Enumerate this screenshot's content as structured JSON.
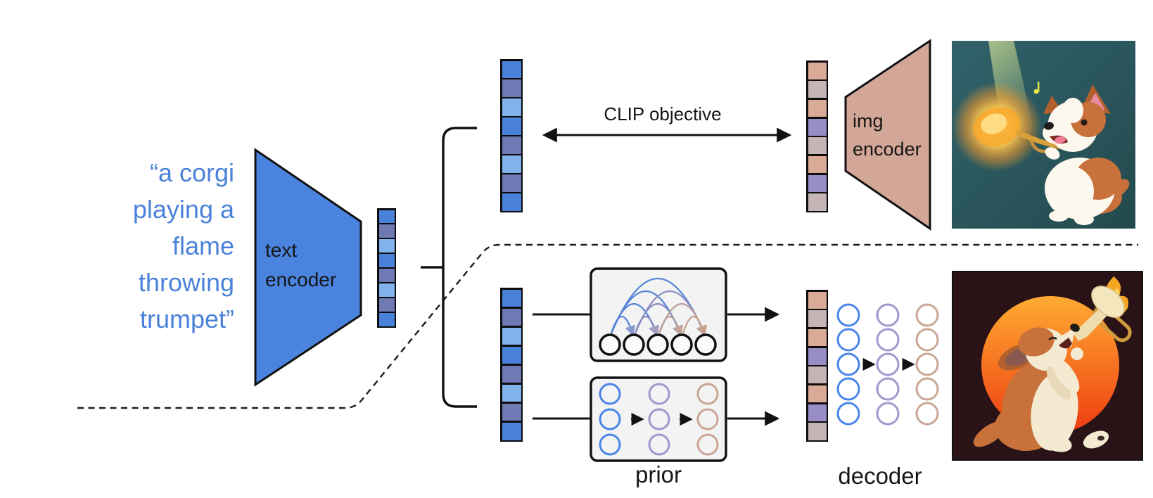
{
  "caption": {
    "lines": [
      "“a corgi",
      "playing a",
      "flame",
      "throwing",
      "trumpet”"
    ],
    "color": "#4a82d9"
  },
  "text_encoder": {
    "label": "text encoder",
    "fill": "#4a84de"
  },
  "img_encoder": {
    "label": "img encoder",
    "fill": "#d3a797"
  },
  "clip_objective": {
    "label": "CLIP objective"
  },
  "prior": {
    "label": "prior",
    "box_fill": "#f3f3f3",
    "autoregressive": {
      "circles": 5,
      "circle_color": "#111111",
      "arc_source_colors": [
        "#5585d8",
        "#8c8cc4",
        "#bb9f9b",
        "#c9a18e"
      ],
      "arc_head_colors": [
        "#8a9bd0",
        "#a89cc0",
        "#c2a396",
        "#c9a18e"
      ]
    },
    "diffusion": {
      "rows": 3,
      "cols": 3,
      "column_colors": [
        "#4a86e8",
        "#a297cc",
        "#c9a695"
      ]
    }
  },
  "decoder": {
    "label": "decoder",
    "rows": 5,
    "cols": 3,
    "column_colors": [
      "#4a86e8",
      "#a297cc",
      "#c9a695"
    ]
  },
  "embeddings": {
    "text_small": [
      "#4a82d9",
      "#6f7ab5",
      "#82b4ec",
      "#4a82d9",
      "#6f7ab5",
      "#82b4ec",
      "#6f7ab5",
      "#4a82d9"
    ],
    "text_top": [
      "#4a82d9",
      "#6f7ab5",
      "#82b4ec",
      "#4a82d9",
      "#6f7ab5",
      "#82b4ec",
      "#6f7ab5",
      "#4a82d9"
    ],
    "text_bottom": [
      "#4a82d9",
      "#6f7ab5",
      "#82b4ec",
      "#4a82d9",
      "#6f7ab5",
      "#82b4ec",
      "#6f7ab5",
      "#4a82d9"
    ],
    "img_top": [
      "#d9ab97",
      "#c6b5b5",
      "#d9ab97",
      "#998dc8",
      "#c6b5b5",
      "#d9ab97",
      "#998dc8",
      "#c6b5b5"
    ],
    "img_bottom": [
      "#d9ab97",
      "#c6b5b5",
      "#d9ab97",
      "#998dc8",
      "#c6b5b5",
      "#d9ab97",
      "#998dc8",
      "#c6b5b5"
    ]
  }
}
